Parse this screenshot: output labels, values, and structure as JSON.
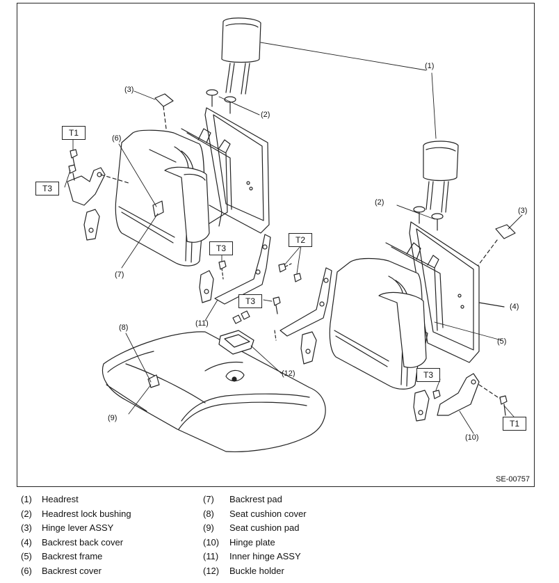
{
  "figure": {
    "code": "SE-00757",
    "callouts": {
      "c1": "(1)",
      "c2a": "(2)",
      "c2b": "(2)",
      "c3a": "(3)",
      "c3b": "(3)",
      "c4": "(4)",
      "c5": "(5)",
      "c6": "(6)",
      "c7": "(7)",
      "c8": "(8)",
      "c9": "(9)",
      "c10": "(10)",
      "c11": "(11)",
      "c12": "(12)"
    },
    "torque_labels": {
      "t1a": "T1",
      "t1b": "T1",
      "t2": "T2",
      "t3a": "T3",
      "t3b": "T3",
      "t3c": "T3",
      "t3d": "T3"
    }
  },
  "legend": [
    {
      "num": "(1)",
      "name": "Headrest"
    },
    {
      "num": "(2)",
      "name": "Headrest lock bushing"
    },
    {
      "num": "(3)",
      "name": "Hinge lever ASSY"
    },
    {
      "num": "(4)",
      "name": "Backrest back cover"
    },
    {
      "num": "(5)",
      "name": "Backrest frame"
    },
    {
      "num": "(6)",
      "name": "Backrest cover"
    },
    {
      "num": "(7)",
      "name": "Backrest pad"
    },
    {
      "num": "(8)",
      "name": "Seat cushion cover"
    },
    {
      "num": "(9)",
      "name": "Seat cushion pad"
    },
    {
      "num": "(10)",
      "name": "Hinge plate"
    },
    {
      "num": "(11)",
      "name": "Inner hinge ASSY"
    },
    {
      "num": "(12)",
      "name": "Buckle holder"
    }
  ]
}
